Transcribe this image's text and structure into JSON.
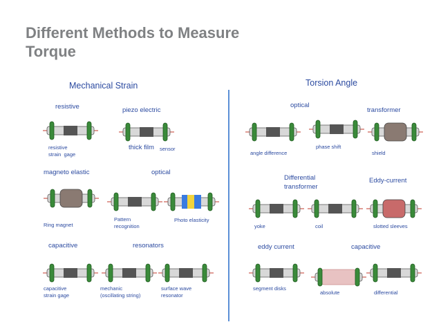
{
  "title": "Different Methods to Measure Torque",
  "left": {
    "heading": "Mechanical Strain",
    "resistive": "resistive",
    "piezo": "piezo electric",
    "resistive_gage": "resistive\nstrain  gage",
    "thick_film": "thick film",
    "sensor": "sensor",
    "magneto": "magneto elastic",
    "optical": "optical",
    "ring_magnet": "Ring magnet",
    "pattern": "Pattern\nrecognition",
    "photo": "Photo elasticity",
    "capacitive": "capacitive",
    "resonators": "resonators",
    "cap_gage": "capacitive\nstrain gage",
    "mechanic": "mechanic\n(oscillating string)",
    "surface_wave": "surface wave\nresonator"
  },
  "right": {
    "heading": "Torsion Angle",
    "optical": "optical",
    "transformer": "transformer",
    "angle_diff": "angle difference",
    "phase_shift": "phase shift",
    "shield": "shield",
    "differential_transformer": "Differential\ntransformer",
    "eddy_current_title": "Eddy-current",
    "yoke": "yoke",
    "coil": "coil",
    "slotted": "slotted sleeves",
    "eddy_current": "eddy current",
    "capacitive": "capacitive",
    "segment": "segment disks",
    "absolute": "absolute",
    "differential": "differential"
  },
  "colors": {
    "title": "#7f8183",
    "label": "#2b4aa0",
    "divider": "#5b8fd6",
    "flange": "#3a8a3a",
    "shaft": "#9a9a9a",
    "axis": "#c0392b"
  }
}
